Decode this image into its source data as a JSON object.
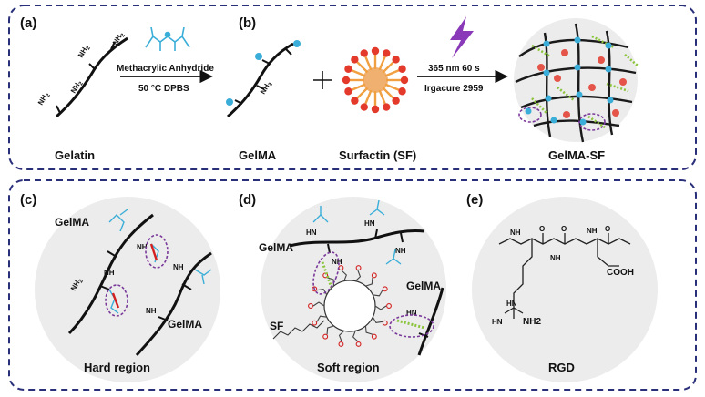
{
  "colors": {
    "border": "#2a2f7a",
    "chain": "#111111",
    "methacrylate": "#3aaed8",
    "crosslink": "#8cc43c",
    "surfactin_core": "#f0b070",
    "surfactin_head": "#e33a2c",
    "ellipse": "#7a3a9a",
    "bond_red": "#d42020",
    "circle_bg": "#ececec",
    "lightning": "#8a3ab8"
  },
  "top": {
    "panel_a": "(a)",
    "panel_b": "(b)",
    "reagent": "Methacrylic Anhydride",
    "conditions": "50 °C   DPBS",
    "light": "365 nm 60 s",
    "initiator": "Irgacure 2959",
    "captions": {
      "gelatin": "Gelatin",
      "gelma": "GelMA",
      "sf": "Surfactin (SF)",
      "gelma_sf": "GelMA-SF"
    },
    "nh2": "NH",
    "nh2_sub": "2"
  },
  "bottom": {
    "panel_c": "(c)",
    "panel_d": "(d)",
    "panel_e": "(e)",
    "c_gelma_1": "GelMA",
    "c_gelma_2": "GelMA",
    "c_caption": "Hard region",
    "d_gelma_1": "GelMA",
    "d_gelma_2": "GelMA",
    "d_sf": "SF",
    "d_caption": "Soft region",
    "e_caption": "RGD",
    "e_cooh": "COOH",
    "e_nh2": "NH2",
    "hn": "HN",
    "nh": "NH",
    "o": "O"
  }
}
